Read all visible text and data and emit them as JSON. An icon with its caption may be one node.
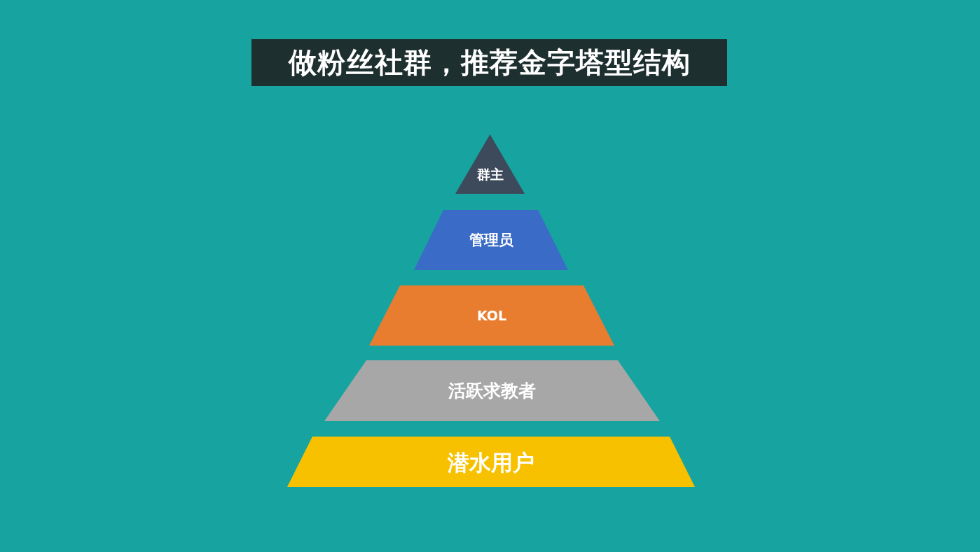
{
  "diagram": {
    "title": "做粉丝社群，推荐金字塔型结构",
    "nodes": [
      {
        "text": [
          "群主"
        ]
      },
      {
        "text": [
          "管理员"
        ]
      },
      {
        "text": [
          "KOL"
        ]
      },
      {
        "text": [
          "活跃求教者"
        ]
      },
      {
        "text": [
          "潜水用户"
        ]
      }
    ]
  }
}
